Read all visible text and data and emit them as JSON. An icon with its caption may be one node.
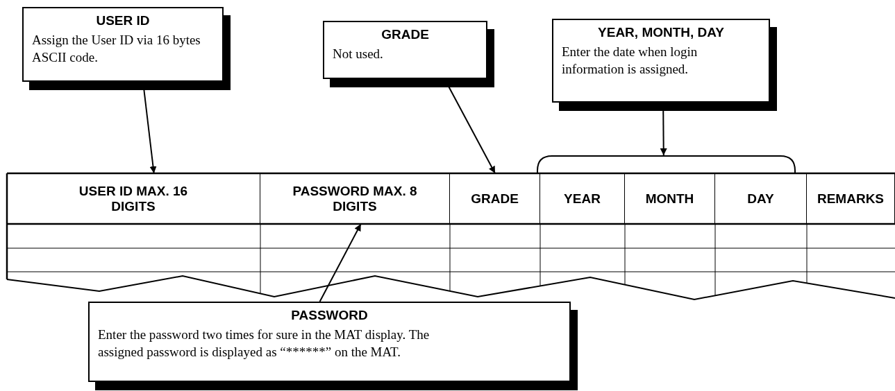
{
  "diagram": {
    "nodes": [
      {
        "text": [
          "USER ID",
          "Assign the User ID via 16 bytes ASCII code."
        ]
      },
      {
        "text": [
          "GRADE",
          "Not used."
        ]
      },
      {
        "text": [
          "YEAR, MONTH, DAY",
          "Enter the date when login information is assigned."
        ]
      },
      {
        "text": [],
        "shape": "bracket"
      },
      {
        "text": [
          "USER ID MAX. 16 DIGITS"
        ]
      },
      {
        "text": [
          "PASSWORD MAX. 8 DIGITS"
        ]
      },
      {
        "text": [
          "GRADE"
        ]
      },
      {
        "text": [
          "YEAR"
        ]
      },
      {
        "text": [
          "MONTH"
        ]
      },
      {
        "text": [
          "DAY"
        ]
      },
      {
        "text": [
          "REMARKS"
        ]
      },
      {
        "text": [
          "PASSWORD",
          "Enter the password two times for sure in the MAT display. The assigned password is displayed as “******” on the MAT."
        ]
      }
    ],
    "edges": [
      {
        "from": 0,
        "to": 4,
        "arrow": "to"
      },
      {
        "from": 1,
        "to": 6,
        "arrow": "to"
      },
      {
        "from": 2,
        "to": 3,
        "arrow": "to"
      },
      {
        "from": 11,
        "to": 5,
        "arrow": "to"
      }
    ]
  }
}
